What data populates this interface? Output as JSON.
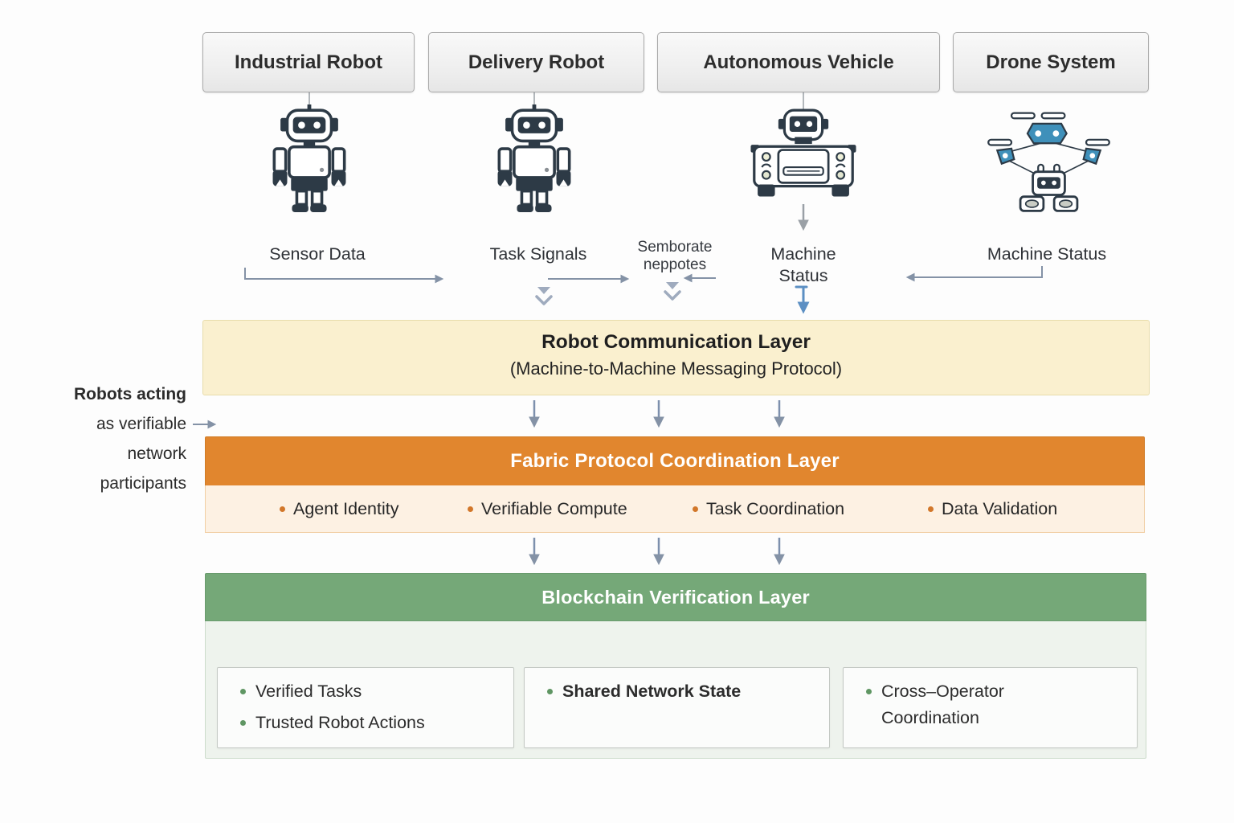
{
  "nodes": [
    {
      "label": "Industrial Robot",
      "data_label": "Sensor Data"
    },
    {
      "label": "Delivery Robot",
      "data_label": "Task Signals"
    },
    {
      "label": "Autonomous Vehicle",
      "data_label": "Machine Status"
    },
    {
      "label": "Drone System",
      "data_label": "Machine Status"
    }
  ],
  "garbled_label": {
    "text": "Semborate neppotes"
  },
  "side_note": {
    "line1": "Robots acting",
    "line2": "as verifiable",
    "line3": "network",
    "line4": "participants"
  },
  "communication_layer": {
    "title": "Robot Communication Layer",
    "subtitle": "(Machine-to-Machine Messaging Protocol)"
  },
  "fabric_layer": {
    "title": "Fabric Protocol Coordination Layer",
    "items": [
      "Agent Identity",
      "Verifiable Compute",
      "Task Coordination",
      "Data Validation"
    ]
  },
  "blockchain_layer": {
    "title": "Blockchain Verification Layer",
    "boxes": [
      {
        "item1": "Verified Tasks",
        "item2": "Trusted Robot Actions"
      },
      {
        "item1": "Shared Network State"
      },
      {
        "item1": "Cross–Operator Coordination"
      }
    ]
  },
  "colors": {
    "communication_bg": "#faf0cf",
    "fabric_header": "#e1862e",
    "fabric_body": "#fdf1e3",
    "bullet_orange": "#d2772a",
    "blockchain_header": "#75a878",
    "blockchain_panel": "#eef3ed",
    "bullet_green": "#5f9663",
    "arrow_slate": "#8492a6",
    "arrow_blue": "#5c8fc3",
    "icon_dark": "#2d3a46",
    "drone_blue": "#3f90ba"
  }
}
